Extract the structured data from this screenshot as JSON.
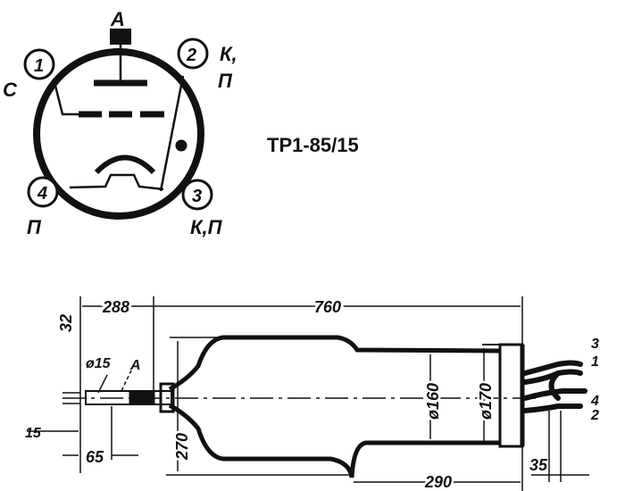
{
  "title": "ТР1-85/15",
  "base_diagram": {
    "anode_label": "А",
    "pins": [
      {
        "number": "1",
        "label": "С"
      },
      {
        "number": "2",
        "label_line1": "К,",
        "label_line2": "П"
      },
      {
        "number": "3",
        "label": "К,П"
      },
      {
        "number": "4",
        "label": "П"
      }
    ]
  },
  "dimensions": {
    "d288": "288",
    "d760": "760",
    "d32": "32",
    "d_phi15": "ø15",
    "anode": "А",
    "d15": "15",
    "d65": "65",
    "d270": "270",
    "d_phi160": "ø160",
    "d_phi170": "ø170",
    "d290": "290",
    "d35": "35"
  },
  "lead_numbers": [
    "3",
    "1",
    "4",
    "2"
  ],
  "colors": {
    "ink": "#111111",
    "paper": "#ffffff"
  }
}
